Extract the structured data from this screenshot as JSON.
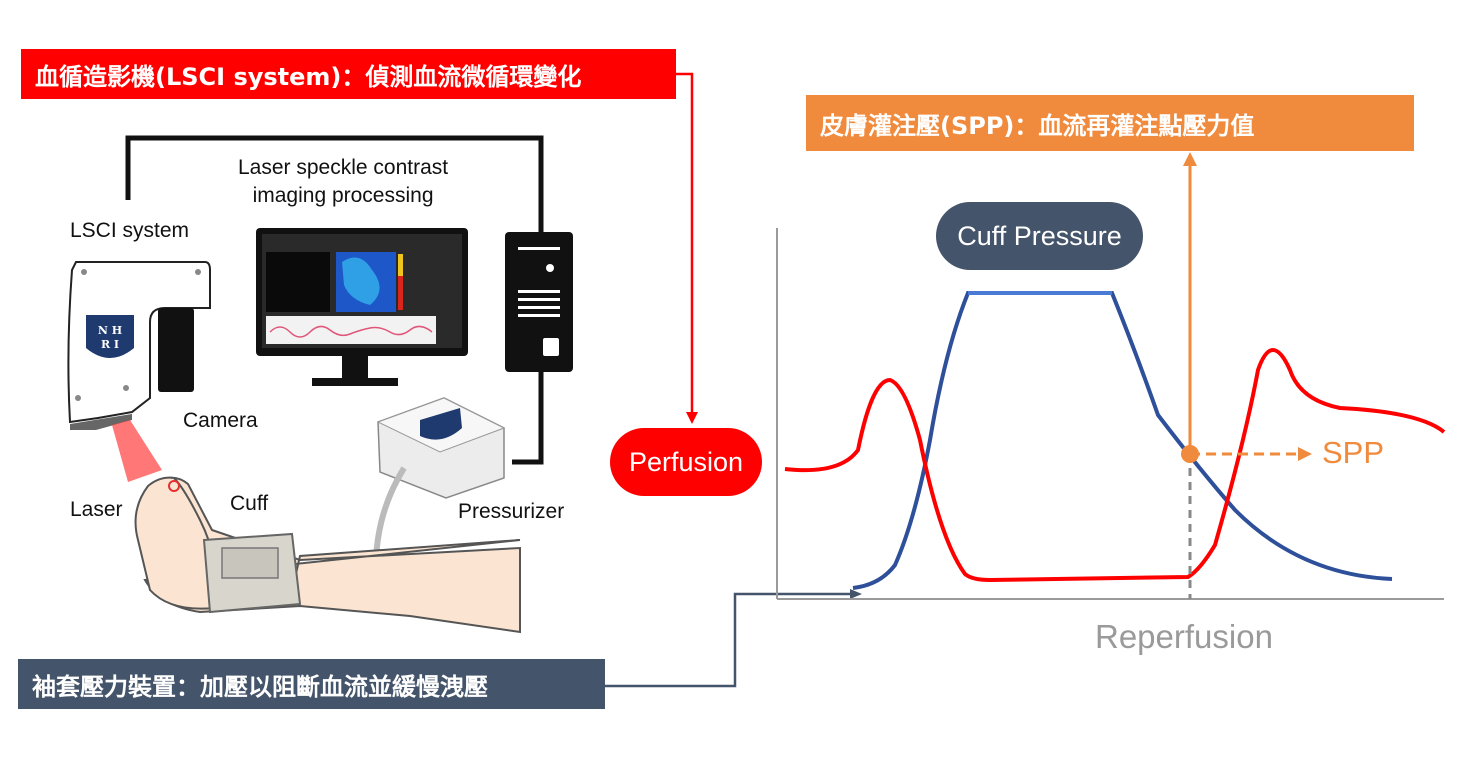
{
  "banners": {
    "lsci": "血循造影機(LSCI system)：偵測血流微循環變化",
    "spp": "皮膚灌注壓(SPP)：血流再灌注點壓力值",
    "cuff": "袖套壓力裝置：加壓以阻斷血流並緩慢洩壓"
  },
  "labels": {
    "processing": "Laser speckle contrast\nimaging processing",
    "lsci_system": "LSCI system",
    "camera": "Camera",
    "laser": "Laser",
    "cuff": "Cuff",
    "pressurizer": "Pressurizer",
    "logo_text": "NHRI"
  },
  "graph": {
    "perfusion": "Perfusion",
    "cuff_pressure": "Cuff Pressure",
    "spp": "SPP",
    "reperfusion": "Reperfusion"
  },
  "colors": {
    "red": "#ff0000",
    "orange": "#f08a3c",
    "slate": "#44546a",
    "blue_curve": "#2e4f9a"
  }
}
